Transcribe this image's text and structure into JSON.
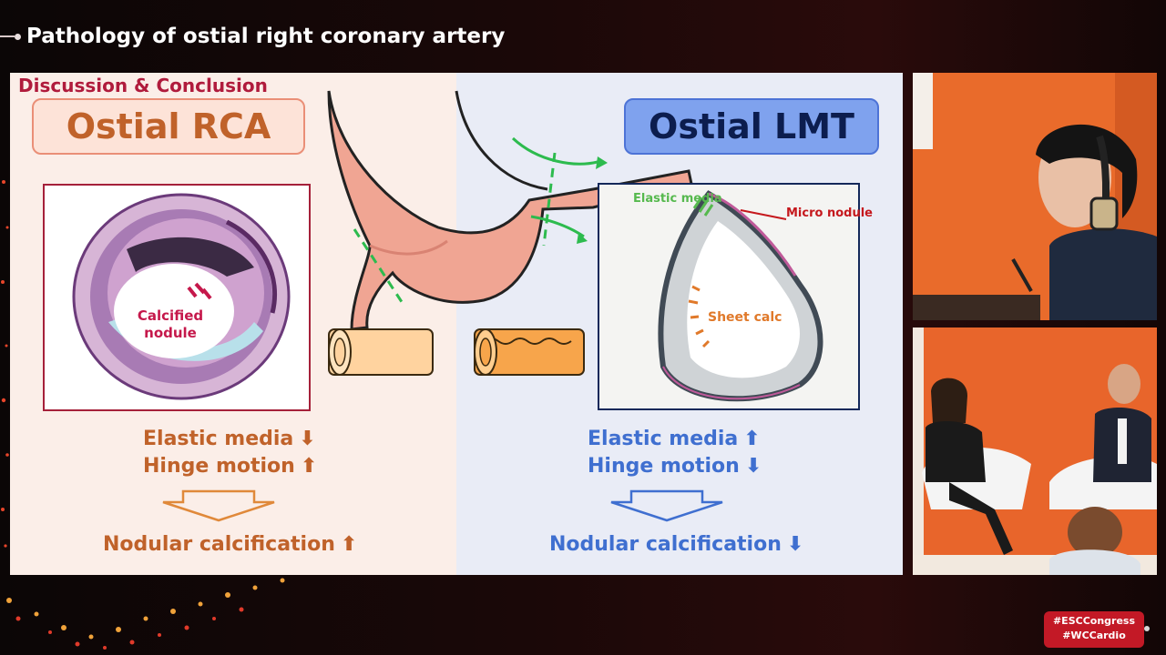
{
  "header": {
    "title": "Pathology of ostial right coronary artery"
  },
  "slide": {
    "section_heading": "Discussion & Conclusion",
    "left": {
      "pill_label": "Ostial RCA",
      "histology_label": "Calcified nodule",
      "stats": [
        {
          "text": "Elastic media",
          "arrow": "⬇"
        },
        {
          "text": "Hinge motion",
          "arrow": "⬆"
        }
      ],
      "result": {
        "text": "Nodular calcification",
        "arrow": "⬆"
      }
    },
    "right": {
      "pill_label": "Ostial LMT",
      "elastic_label": "Elastic media",
      "micro_label": "Micro nodule",
      "sheet_label": "Sheet calc",
      "stats": [
        {
          "text": "Elastic media",
          "arrow": "⬆"
        },
        {
          "text": "Hinge motion",
          "arrow": "⬇"
        }
      ],
      "result": {
        "text": "Nodular calcification",
        "arrow": "⬇"
      }
    }
  },
  "footer": {
    "hashtags": [
      "#ESCCongress",
      "#WCCardio"
    ]
  },
  "colors": {
    "rca": "#c0622a",
    "lmt": "#3f6fd0",
    "brand_red": "#c31926"
  }
}
